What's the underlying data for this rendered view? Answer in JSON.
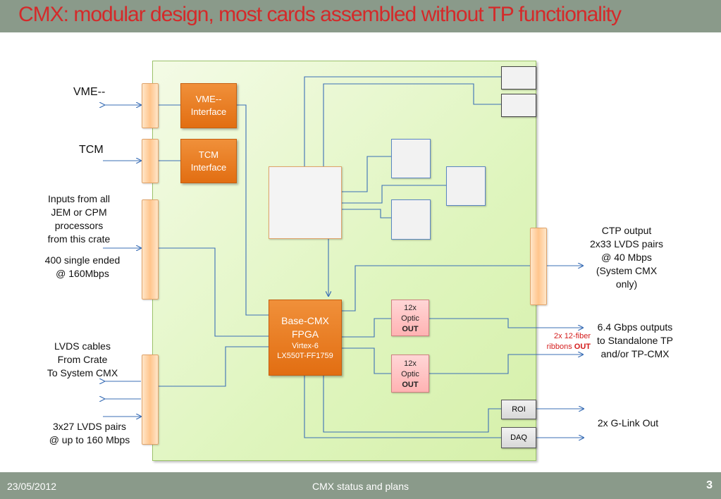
{
  "title": "CMX: modular design, most cards assembled without TP functionality",
  "footer": {
    "date": "23/05/2012",
    "center": "CMX status and plans",
    "page": "3"
  },
  "labels": {
    "vme": "VME--",
    "tcm": "TCM",
    "inputs": "Inputs from all\nJEM or CPM\nprocessors\nfrom this crate",
    "input_rate": "400 single ended\n@ 160Mbps",
    "lvds_cables": "LVDS cables\nFrom Crate\nTo System CMX",
    "lvds_pairs": "3x27 LVDS pairs\n@ up to 160 Mbps",
    "ctp": "CTP output\n2x33 LVDS pairs\n@ 40 Mbps\n(System CMX\nonly)",
    "gbps": "6.4 Gbps outputs\nto Standalone TP\nand/or TP-CMX",
    "fiber_line1": "2x 12-fiber",
    "fiber_line2": "ribbons ",
    "fiber_out": "OUT",
    "glink": "2x G-Link Out"
  },
  "blocks": {
    "vme_interface": {
      "line1": "VME--",
      "line2": "Interface"
    },
    "tcm_interface": {
      "line1": "TCM",
      "line2": "Interface"
    },
    "base_cmx": {
      "line1": "Base-CMX",
      "line2": "FPGA",
      "line3": "Virtex-6",
      "line4": "LX550T-FF1759"
    },
    "optic1": {
      "line1": "12x",
      "line2": "Optic",
      "line3": "OUT"
    },
    "optic2": {
      "line1": "12x",
      "line2": "Optic",
      "line3": "OUT"
    },
    "roi": "ROI",
    "daq": "DAQ"
  },
  "colors": {
    "title": "#d42a2a",
    "bar": "#8a9a8a",
    "wire": "#3b6fb6",
    "orange": "#e87a20",
    "board": "#dff5be"
  }
}
